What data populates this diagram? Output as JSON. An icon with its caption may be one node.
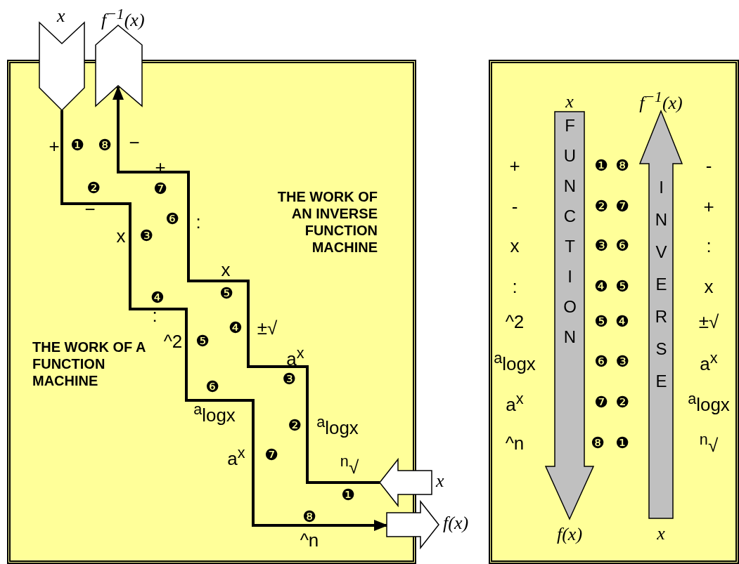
{
  "diagram": {
    "nodes": [
      {
        "text": [
          "x"
        ]
      },
      {
        "text": [
          "f$^{−1}$(x)"
        ]
      },
      {
        "text": [
          "x"
        ]
      },
      {
        "text": [
          "f(x)"
        ]
      },
      {
        "text": [
          "FUNCTION"
        ],
        "beside": [
          "x",
          "f(x)"
        ]
      },
      {
        "text": [
          "INVERSE"
        ],
        "beside": [
          "f$^{−1}$(x)",
          "x"
        ]
      }
    ],
    "edges": [
      {
        "from": 0,
        "to": 3,
        "arrow": "to"
      },
      {
        "from": 2,
        "to": 1,
        "arrow": "to"
      }
    ],
    "labels": [
      "+",
      "❶",
      "❽",
      "−",
      "+",
      "❷",
      "❼",
      "THE WORK OF AN INVERSE FUNCTION MACHINE",
      "−",
      "❻",
      ":",
      "x",
      "❸",
      "x",
      "❹",
      "❺",
      ":",
      "❹",
      "±√",
      "^2",
      "❺",
      "THE WORK OF A FUNCTION MACHINE",
      "a$^{x}$",
      "❸",
      "❻",
      "$^{a}$logx",
      "❷",
      "$^{a}$logx",
      "a$^{x}$",
      "❼",
      "$^{n}$√",
      "❶",
      "❽",
      "^n",
      "+",
      "❶",
      "❽",
      "-",
      "-",
      "❷",
      "❼",
      "+",
      "x",
      "❸",
      "❻",
      ":",
      ":",
      "❹",
      "❺",
      "x",
      "^2",
      "❺",
      "❹",
      "±√",
      "$^{a}$logx",
      "❻",
      "❸",
      "a$^{x}$",
      "a$^{x}$",
      "❼",
      "❷",
      "$^{a}$logx",
      "^n",
      "❽",
      "❶",
      "$^{n}$√"
    ]
  }
}
